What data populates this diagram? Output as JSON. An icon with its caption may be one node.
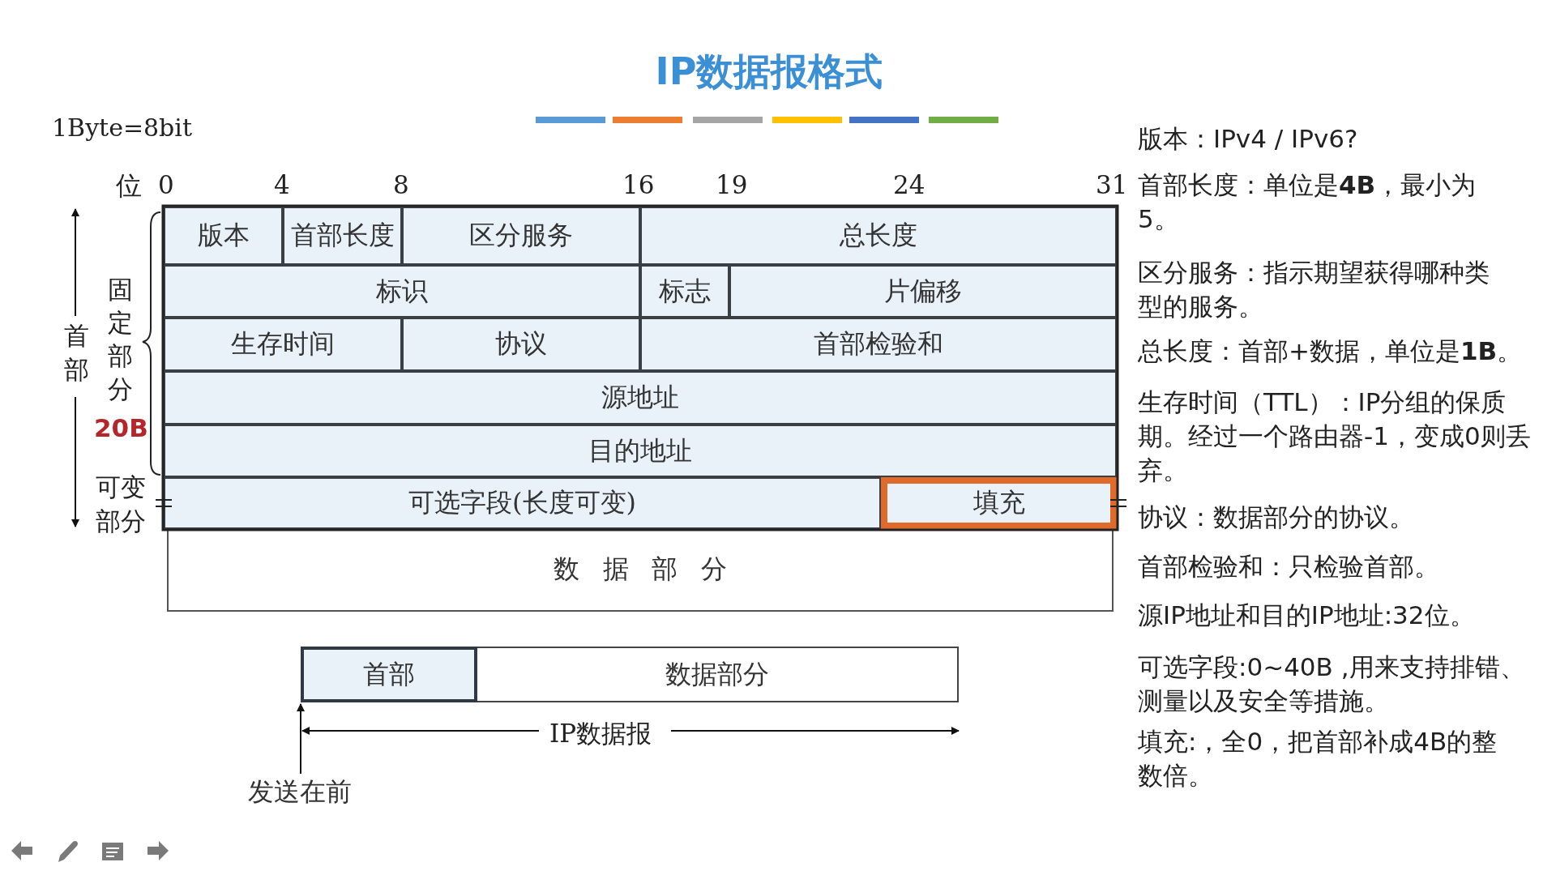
{
  "diagram": {
    "title": "IP数据报格式",
    "nodes": [
      {
        "text": [
          "版本"
        ]
      },
      {
        "text": [
          "首部长度"
        ]
      },
      {
        "text": [
          "区分服务"
        ]
      },
      {
        "text": [
          "总长度"
        ]
      },
      {
        "text": [
          "标识"
        ]
      },
      {
        "text": [
          "标志"
        ]
      },
      {
        "text": [
          "片偏移"
        ]
      },
      {
        "text": [
          "生存时间"
        ]
      },
      {
        "text": [
          "协议"
        ]
      },
      {
        "text": [
          "首部检验和"
        ]
      },
      {
        "text": [
          "源地址"
        ]
      },
      {
        "text": [
          "目的地址"
        ]
      },
      {
        "text": [
          "可选字段(长度可变)"
        ]
      },
      {
        "text": [
          "填充"
        ]
      },
      {
        "text": [
          "数据部分"
        ]
      },
      {
        "text": [
          "首部"
        ]
      },
      {
        "text": [
          "数据部分"
        ]
      },
      {
        "text": [
          "发送在前"
        ]
      }
    ],
    "edges": [
      {
        "from": 17,
        "to": 15,
        "arrow": "to"
      }
    ],
    "labels": [
      "1Byte=8bit",
      "位",
      "0",
      "4",
      "8",
      "16",
      "19",
      "24",
      "31",
      "首部",
      "固定部分",
      "20B",
      "可变部分",
      "IP数据报",
      "版本：IPv4 / IPv6?",
      "首部长度：单位是**4B**，最小为5。",
      "区分服务：指示期望获得哪种类型的服务。",
      "总长度：首部+数据，单位是**1B**。",
      "生存时间（TTL）：IP分组的保质期。经过一个路由器-1，变成0则丢弃。",
      "协议：数据部分的协议。",
      "首部检验和：只检验首部。",
      "源IP地址和目的IP地址:32位。",
      "可选字段:0~40B ,用来支持排错、测量以及安全等措施。",
      "填充:，全0，把首部补成4B的整数倍。"
    ]
  }
}
